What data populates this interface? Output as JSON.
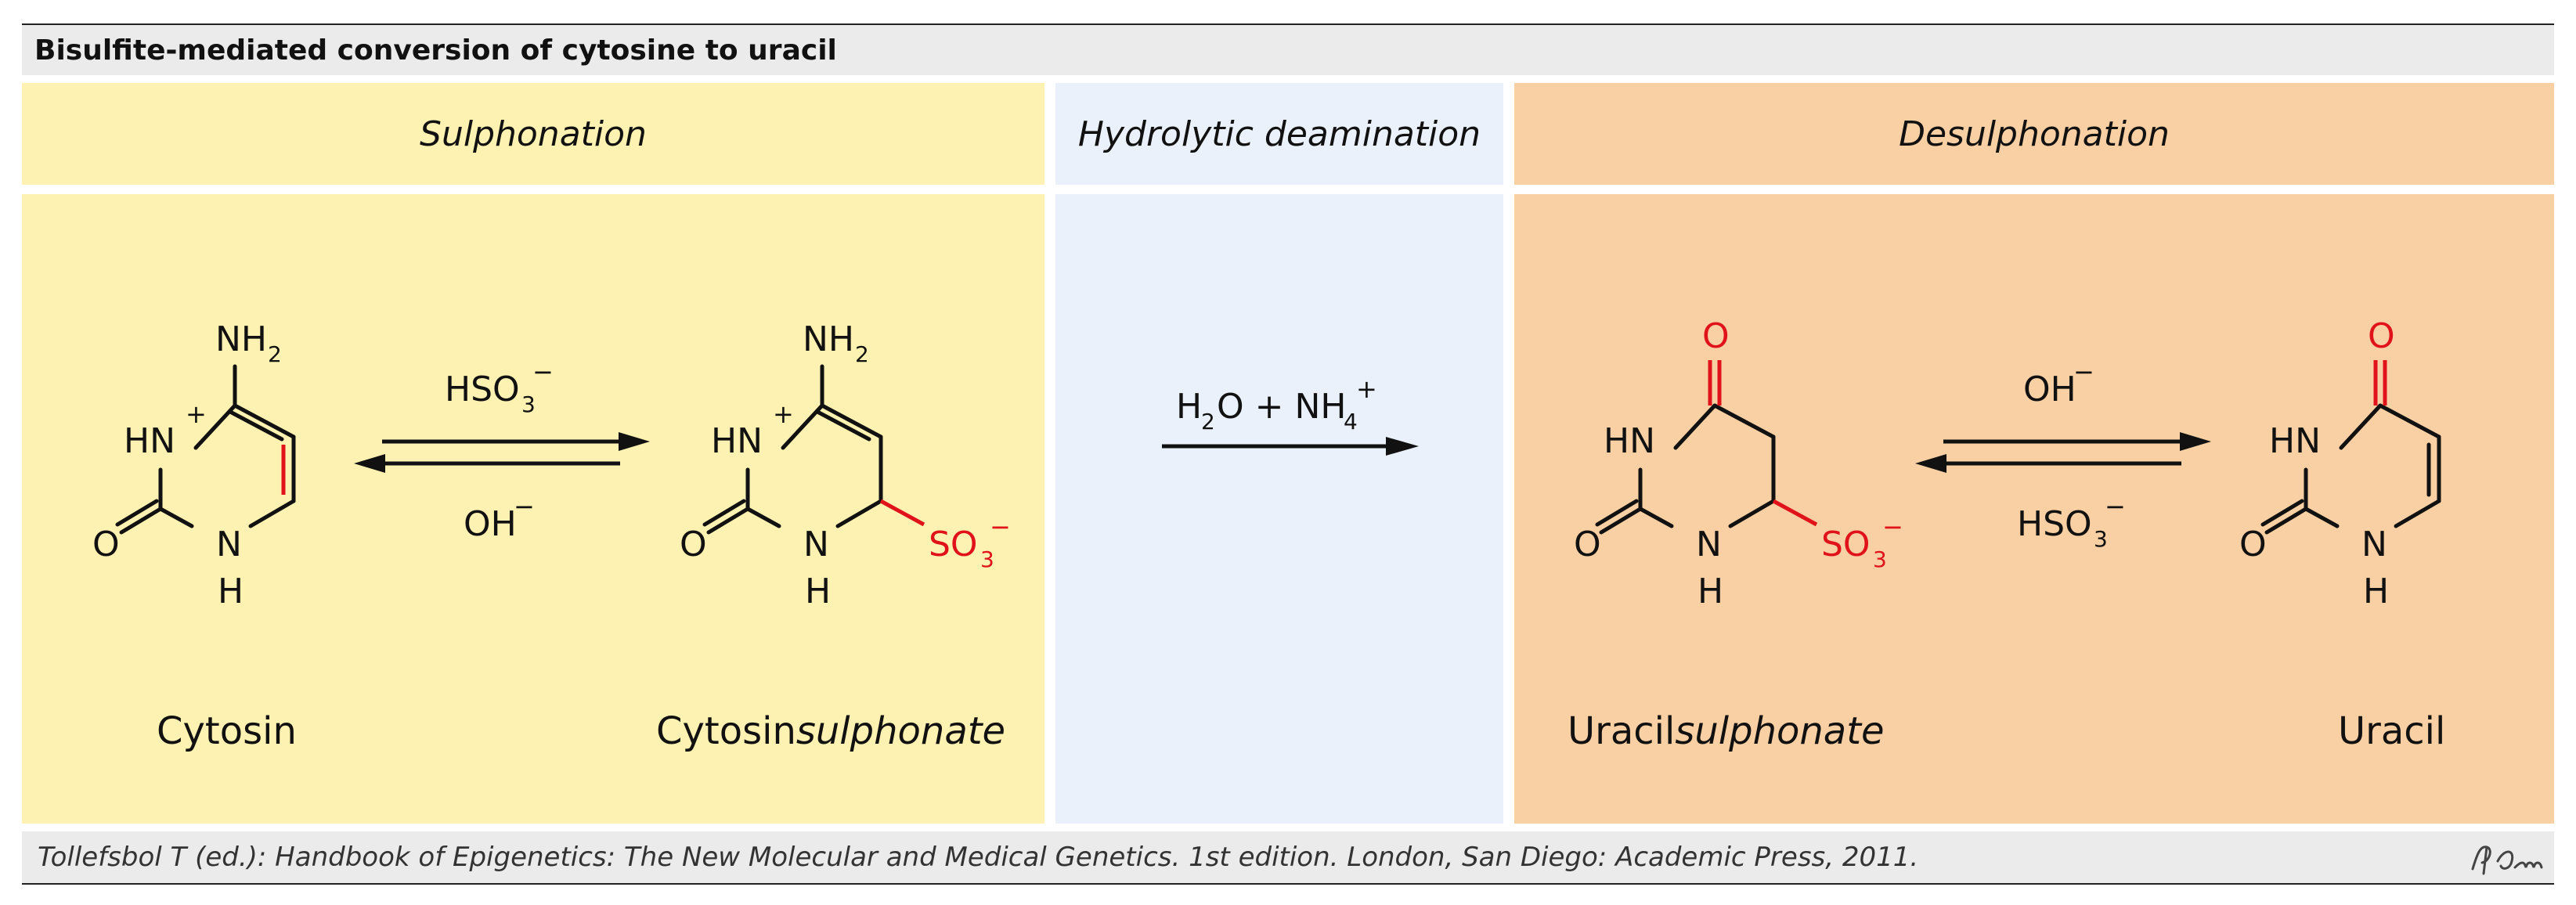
{
  "title": "Bisulfite-mediated conversion of cytosine to uracil",
  "sections": {
    "sulphonation": "Sulphonation",
    "hydrolytic_deamination": "Hydrolytic deamination",
    "desulphonation": "Desulphonation"
  },
  "molecules": {
    "cytosin": {
      "label": "Cytosin",
      "atoms": {
        "nh2": "NH",
        "nh2_sub": "2",
        "hn": "HN",
        "plus": "+",
        "o": "O",
        "n": "N",
        "h": "H"
      }
    },
    "cytosinsulphonate": {
      "label_prefix": "Cytosin",
      "label_suffix": "sulphonate",
      "atoms": {
        "nh2": "NH",
        "nh2_sub": "2",
        "hn": "HN",
        "plus": "+",
        "o": "O",
        "n": "N",
        "h": "H",
        "so3": "SO",
        "so3_sub": "3",
        "so3_charge": "−"
      }
    },
    "uracilsulphonate": {
      "label_prefix": "Uracil",
      "label_suffix": "sulphonate",
      "atoms": {
        "o_top": "O",
        "hn": "HN",
        "o": "O",
        "n": "N",
        "h": "H",
        "so3": "SO",
        "so3_sub": "3",
        "so3_charge": "−"
      }
    },
    "uracil": {
      "label": "Uracil",
      "atoms": {
        "o_top": "O",
        "hn": "HN",
        "o": "O",
        "n": "N",
        "h": "H"
      }
    }
  },
  "reagents": {
    "eq1_top": {
      "main": "HSO",
      "sub": "3",
      "charge": "−"
    },
    "eq1_bottom": {
      "main": "OH",
      "charge": "−"
    },
    "hydrolysis": {
      "h": "H",
      "h_sub": "2",
      "o_plus": "O + NH",
      "nh_sub": "4",
      "charge": "+"
    },
    "eq2_top": {
      "main": "OH",
      "charge": "−"
    },
    "eq2_bottom": {
      "main": "HSO",
      "sub": "3",
      "charge": "−"
    }
  },
  "citation": "Tollefsbol T (ed.): Handbook of Epigenetics: The New Molecular and Medical Genetics. 1st edition. London, San Diego: Academic Press, 2011.",
  "colors": {
    "sulphonation_bg": "#fdf2b1",
    "hydrolysis_bg": "#eaf1fa",
    "desulphonation_bg": "#f9d0a3",
    "highlight": "#e0121a",
    "title_bar": "#ebebeb"
  },
  "icons": {
    "signature": "signature-icon"
  }
}
